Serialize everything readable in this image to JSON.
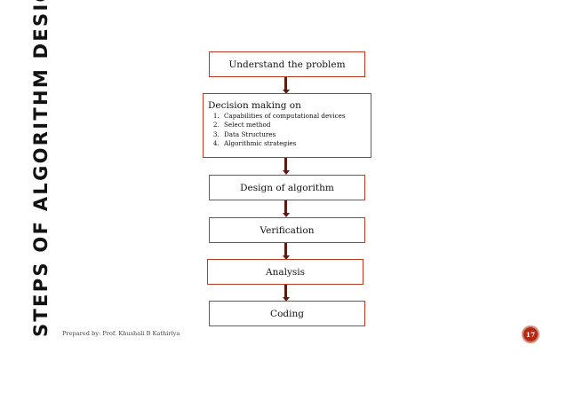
{
  "slide": {
    "side_title": "STEPS OF ALGORITHM DESIGN",
    "footer": "Prepared by: Prof. Khushali B Kathiriya",
    "page_number": "17"
  },
  "flow": {
    "step1": "Understand the problem",
    "decision": {
      "heading": "Decision making on",
      "items": [
        "Capabilities of computational devices",
        "Select method",
        "Data Structures",
        "Algorithmic strategies"
      ]
    },
    "step3": "Design of algorithm",
    "step4": "Verification",
    "step5": "Analysis",
    "step6": "Coding"
  }
}
